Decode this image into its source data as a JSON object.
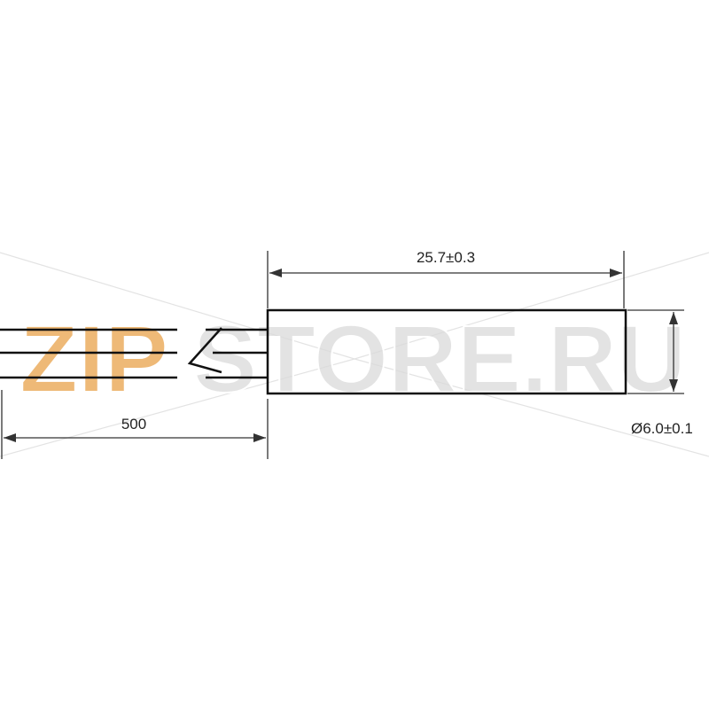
{
  "drawing": {
    "dimensions": {
      "length": "25.7±0.3",
      "cable_length": "500",
      "diameter": "Ø6.0±0.1"
    }
  },
  "watermark": {
    "prefix": "ZIP",
    "rest": "STORE.RU",
    "colors": {
      "prefix": "#e8a24a",
      "rest": "#d9d9d9"
    }
  }
}
